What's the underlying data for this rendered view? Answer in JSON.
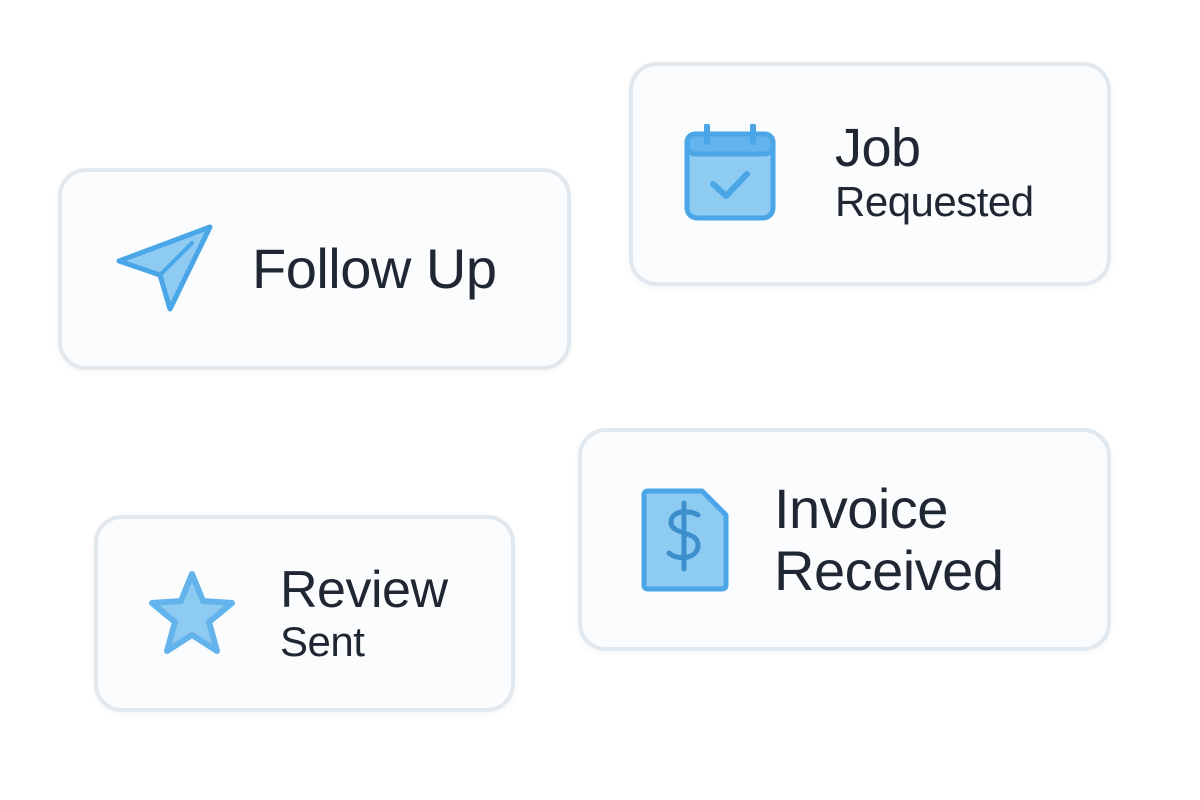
{
  "colors": {
    "accent": "#63b4ec",
    "accent_fill": "#8ecbf3",
    "accent_stroke": "#4aa6e6",
    "text": "#1f2733",
    "card_border": "#e1e8ee",
    "card_bg": "#fbfcfd"
  },
  "cards": [
    {
      "id": "follow-up",
      "icon": "paper-plane-icon",
      "line1": "Follow Up",
      "line2": ""
    },
    {
      "id": "job-requested",
      "icon": "calendar-check-icon",
      "line1": "Job",
      "line2": "Requested"
    },
    {
      "id": "review-sent",
      "icon": "star-icon",
      "line1": "Review",
      "line2": "Sent"
    },
    {
      "id": "invoice-received",
      "icon": "invoice-dollar-icon",
      "line1": "Invoice",
      "line2": "Received"
    }
  ]
}
